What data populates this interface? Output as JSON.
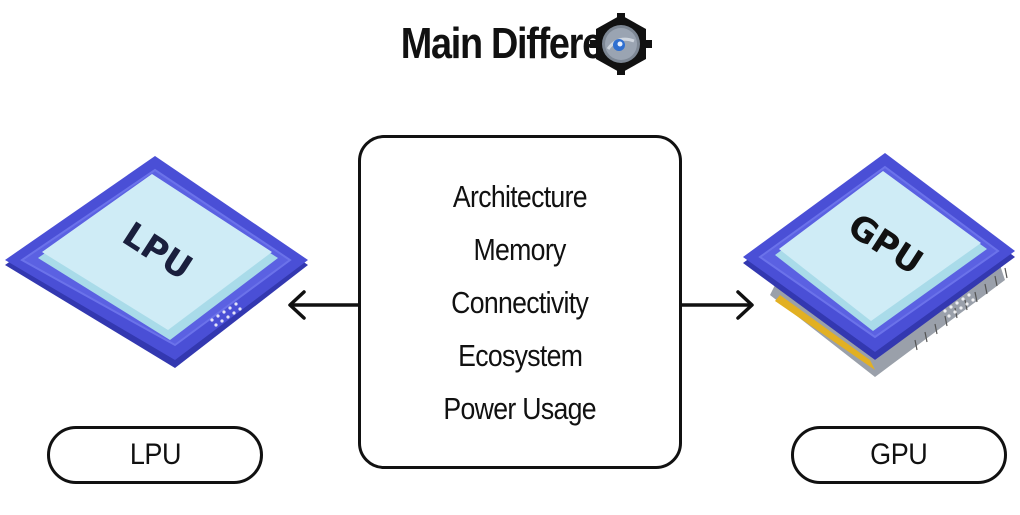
{
  "title": {
    "text": "Main Differe",
    "logo_icon": "hexagon-lens-logo-icon"
  },
  "comparison": {
    "items": [
      "Architecture",
      "Memory",
      "Connectivity",
      "Ecosystem",
      "Power Usage"
    ]
  },
  "left": {
    "chip_label": "LPU",
    "pill_label": "LPU",
    "arrow_icon": "arrow-left-icon"
  },
  "right": {
    "chip_label": "GPU",
    "pill_label": "GPU",
    "arrow_icon": "arrow-right-icon"
  },
  "colors": {
    "chip_substrate": "#4a4fd6",
    "chip_substrate_dark": "#3338b0",
    "chip_lid": "#cfecf6",
    "chip_lid_edge": "#a9dbe9",
    "chip_text": "#1a1f3d",
    "gpu_pins_gold": "#e2b023",
    "stroke": "#111111"
  }
}
